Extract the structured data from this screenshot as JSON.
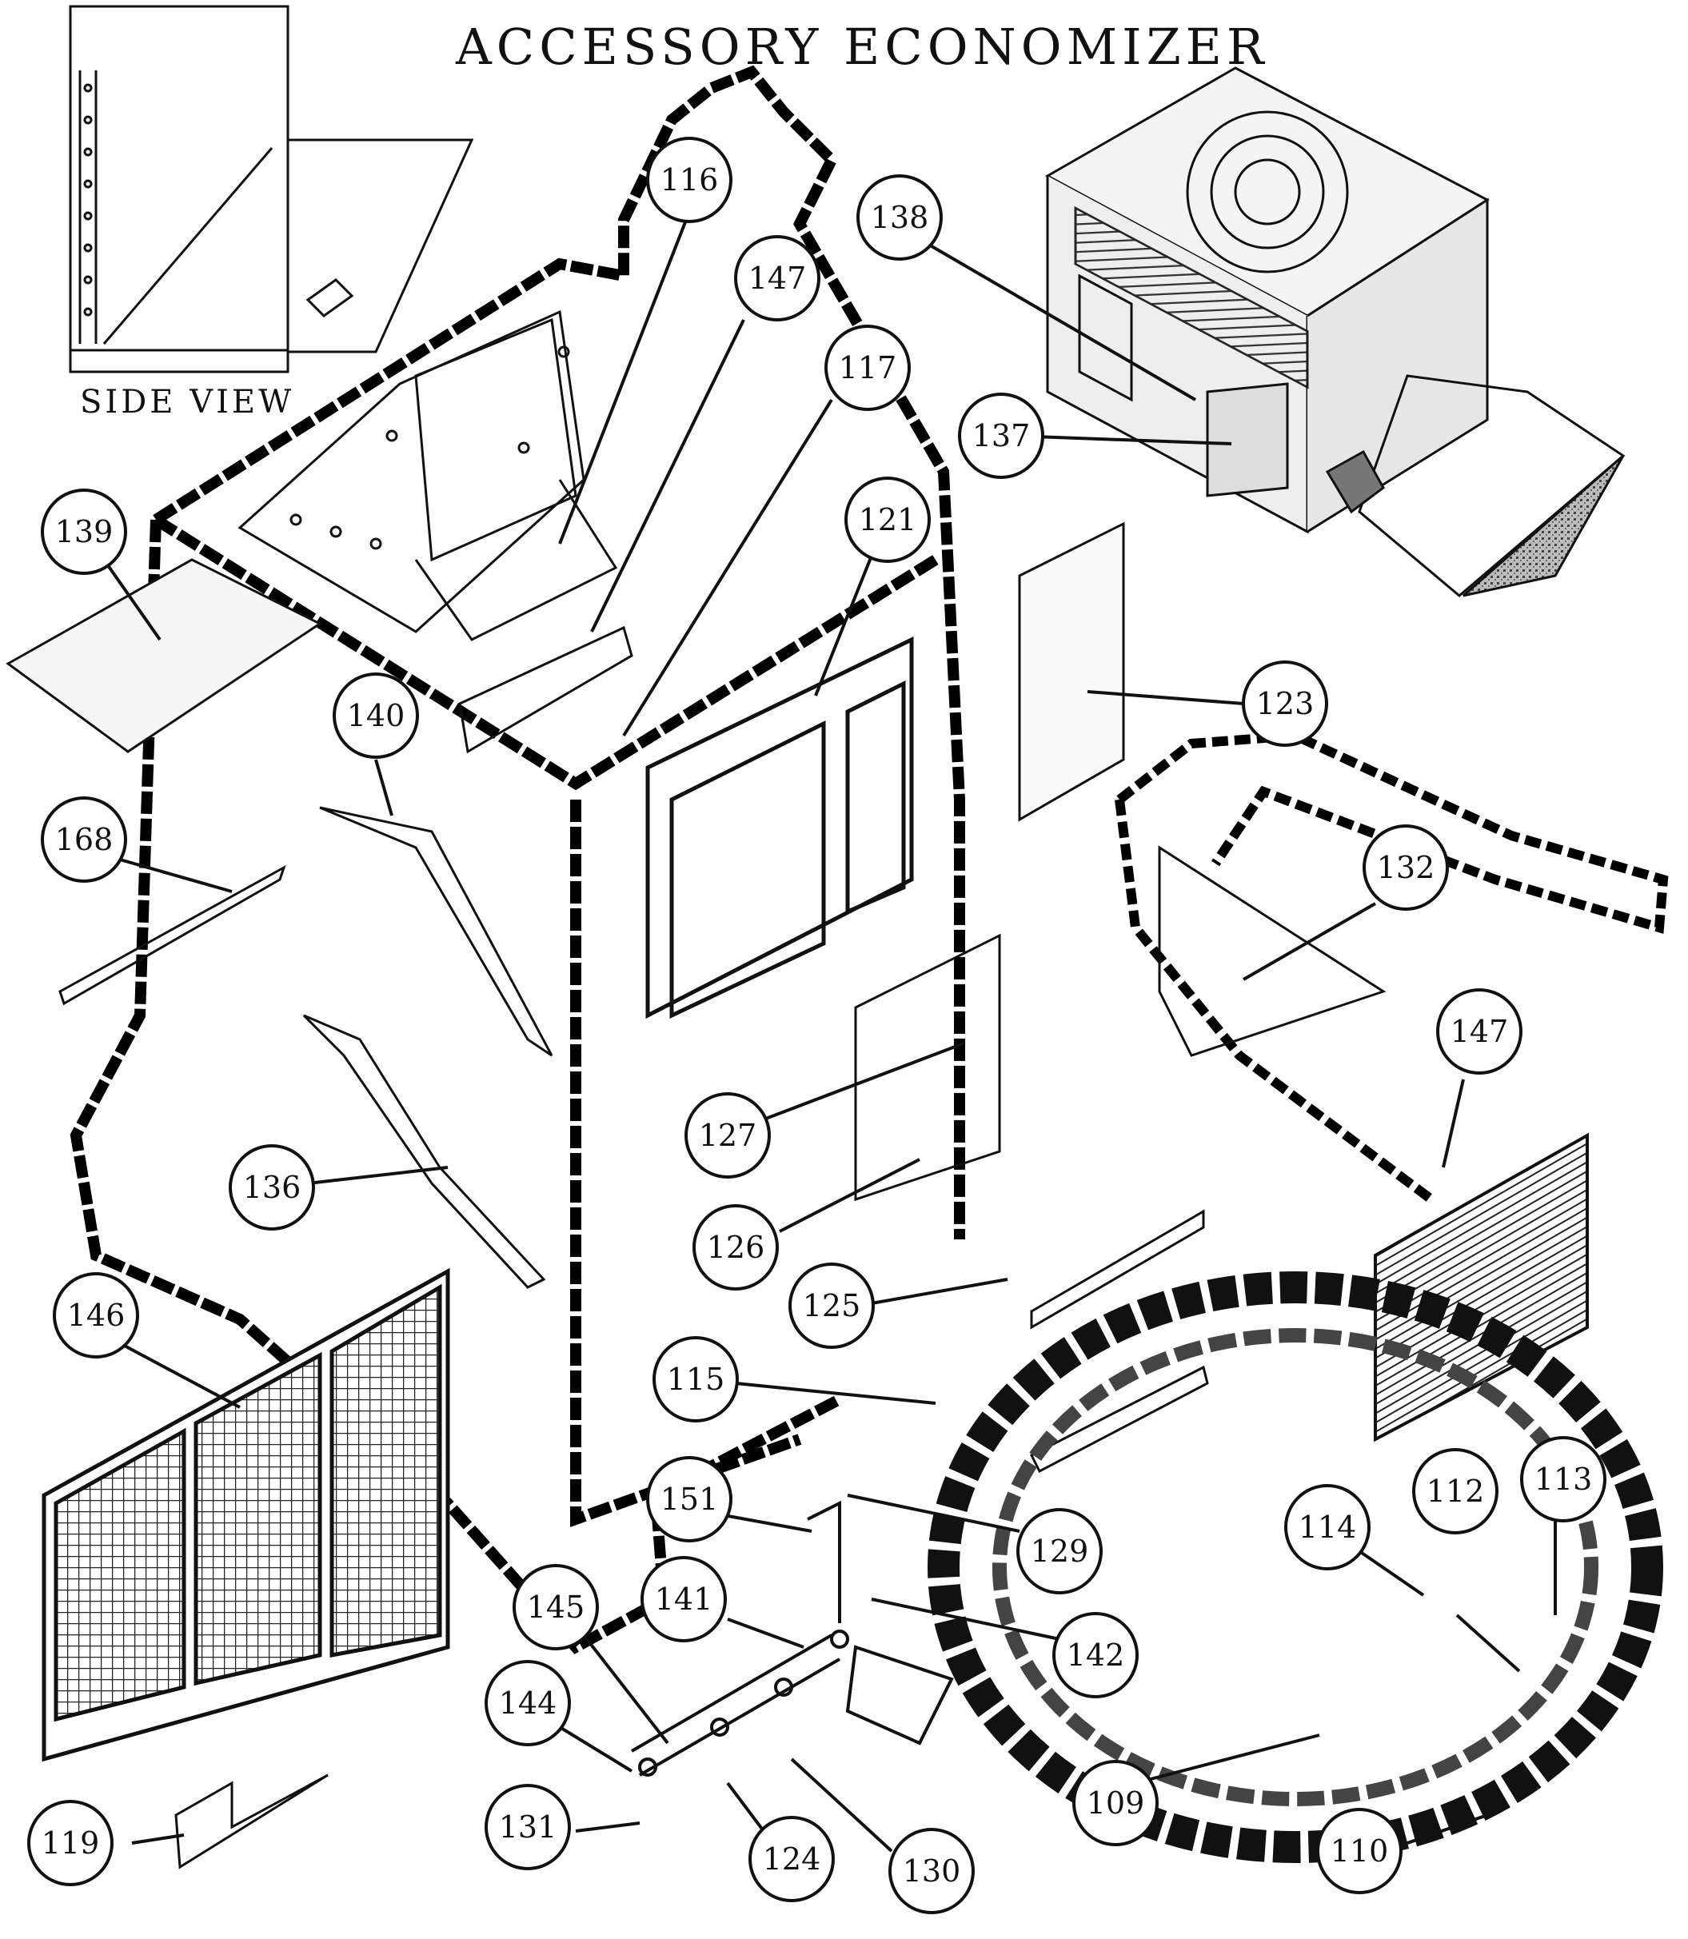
{
  "title": "ACCESSORY ECONOMIZER",
  "side_view_label": "SIDE VIEW",
  "callouts": [
    {
      "id": "116"
    },
    {
      "id": "147a",
      "label": "147"
    },
    {
      "id": "138"
    },
    {
      "id": "117"
    },
    {
      "id": "137"
    },
    {
      "id": "139"
    },
    {
      "id": "121"
    },
    {
      "id": "123"
    },
    {
      "id": "140"
    },
    {
      "id": "168"
    },
    {
      "id": "132"
    },
    {
      "id": "147b",
      "label": "147"
    },
    {
      "id": "127"
    },
    {
      "id": "136"
    },
    {
      "id": "126"
    },
    {
      "id": "125"
    },
    {
      "id": "146"
    },
    {
      "id": "115"
    },
    {
      "id": "151"
    },
    {
      "id": "129"
    },
    {
      "id": "114"
    },
    {
      "id": "112"
    },
    {
      "id": "113"
    },
    {
      "id": "145"
    },
    {
      "id": "141"
    },
    {
      "id": "142"
    },
    {
      "id": "144"
    },
    {
      "id": "109"
    },
    {
      "id": "131"
    },
    {
      "id": "119"
    },
    {
      "id": "124"
    },
    {
      "id": "130"
    },
    {
      "id": "110"
    }
  ]
}
